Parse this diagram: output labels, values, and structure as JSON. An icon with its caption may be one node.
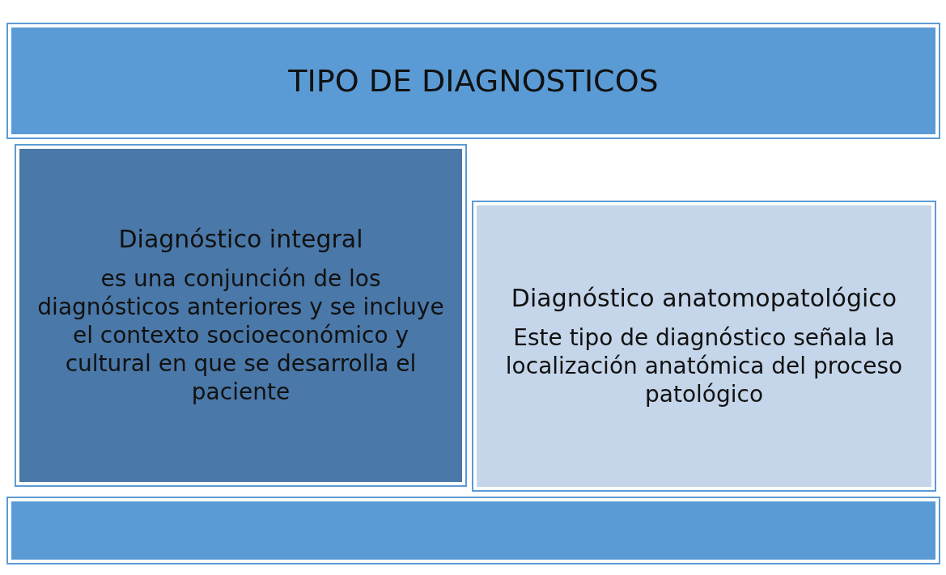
{
  "diagram": {
    "nodes": [
      {
        "text": [
          "TIPO DE DIAGNOSTICOS"
        ]
      },
      {
        "text": [],
        "shape": "bar"
      },
      {
        "text": [
          "Diagnóstico integral",
          "es una conjunción de los diagnósticos anteriores y se incluye el contexto socioeconómico y cultural en que se desarrolla el paciente"
        ]
      },
      {
        "text": [
          "Diagnóstico anatomopatológico",
          "Este tipo de diagnóstico señala la localización anatómica del proceso patológico"
        ]
      }
    ],
    "edges": []
  }
}
